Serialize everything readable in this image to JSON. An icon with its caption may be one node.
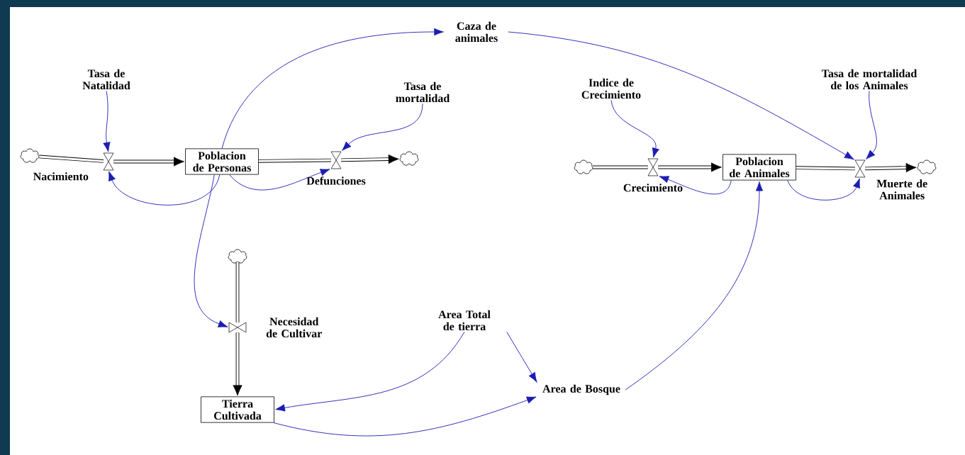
{
  "diagram": {
    "nodes": [
      {
        "text": [
          "Tasa de Natalidad"
        ]
      },
      {
        "text": [
          "Caza de animales"
        ]
      },
      {
        "text": [
          "Tasa de mortalidad"
        ]
      },
      {
        "text": [
          "Indice de Crecimiento"
        ]
      },
      {
        "text": [
          "Tasa de mortalidad de los Animales"
        ]
      },
      {
        "text": [],
        "shape": "cloud"
      },
      {
        "text": [],
        "shape": "valve",
        "beside": [
          "Nacimiento"
        ]
      },
      {
        "text": [
          "Poblacion de Personas"
        ]
      },
      {
        "text": [],
        "shape": "valve",
        "beside": [
          "Defunciones"
        ]
      },
      {
        "text": [],
        "shape": "cloud"
      },
      {
        "text": [],
        "shape": "cloud"
      },
      {
        "text": [],
        "shape": "valve",
        "beside": [
          "Crecimiento"
        ]
      },
      {
        "text": [
          "Poblacion de Animales"
        ]
      },
      {
        "text": [],
        "shape": "valve",
        "beside": [
          "Muerte de Animales"
        ]
      },
      {
        "text": [],
        "shape": "cloud"
      },
      {
        "text": [],
        "shape": "cloud"
      },
      {
        "text": [],
        "shape": "valve",
        "beside": [
          "Necesidad de Cultivar"
        ]
      },
      {
        "text": [
          "Area Total de tierra"
        ]
      },
      {
        "text": [
          "Area de Bosque"
        ]
      },
      {
        "text": [
          "Tierra Cultivada"
        ]
      }
    ],
    "edges": [
      {
        "from": 5,
        "to": 6,
        "arrow": "none",
        "style": "thick",
        "color": "#000000"
      },
      {
        "from": 6,
        "to": 7,
        "arrow": "to",
        "style": "thick",
        "color": "#000000"
      },
      {
        "from": 7,
        "to": 8,
        "arrow": "none",
        "style": "thick",
        "color": "#000000"
      },
      {
        "from": 8,
        "to": 9,
        "arrow": "to",
        "style": "thick",
        "color": "#000000"
      },
      {
        "from": 10,
        "to": 11,
        "arrow": "none",
        "style": "thick",
        "color": "#000000"
      },
      {
        "from": 11,
        "to": 12,
        "arrow": "to",
        "style": "thick",
        "color": "#000000"
      },
      {
        "from": 12,
        "to": 13,
        "arrow": "none",
        "style": "thick",
        "color": "#000000"
      },
      {
        "from": 13,
        "to": 14,
        "arrow": "to",
        "style": "thick",
        "color": "#000000"
      },
      {
        "from": 15,
        "to": 16,
        "arrow": "none",
        "style": "thick",
        "color": "#000000"
      },
      {
        "from": 16,
        "to": 19,
        "arrow": "to",
        "style": "thick",
        "color": "#000000"
      },
      {
        "from": 0,
        "to": 6,
        "arrow": "to"
      },
      {
        "from": 7,
        "to": 6,
        "arrow": "to"
      },
      {
        "from": 7,
        "to": 1,
        "arrow": "to"
      },
      {
        "from": 7,
        "to": 8,
        "arrow": "to"
      },
      {
        "from": 2,
        "to": 8,
        "arrow": "to"
      },
      {
        "from": 7,
        "to": 16,
        "arrow": "to"
      },
      {
        "from": 1,
        "to": 13,
        "arrow": "to"
      },
      {
        "from": 3,
        "to": 11,
        "arrow": "to"
      },
      {
        "from": 4,
        "to": 13,
        "arrow": "to"
      },
      {
        "from": 12,
        "to": 11,
        "arrow": "to"
      },
      {
        "from": 12,
        "to": 13,
        "arrow": "to"
      },
      {
        "from": 17,
        "to": 19,
        "arrow": "to"
      },
      {
        "from": 17,
        "to": 18,
        "arrow": "to"
      },
      {
        "from": 19,
        "to": 18,
        "arrow": "to"
      },
      {
        "from": 18,
        "to": 12,
        "arrow": "to"
      }
    ]
  }
}
